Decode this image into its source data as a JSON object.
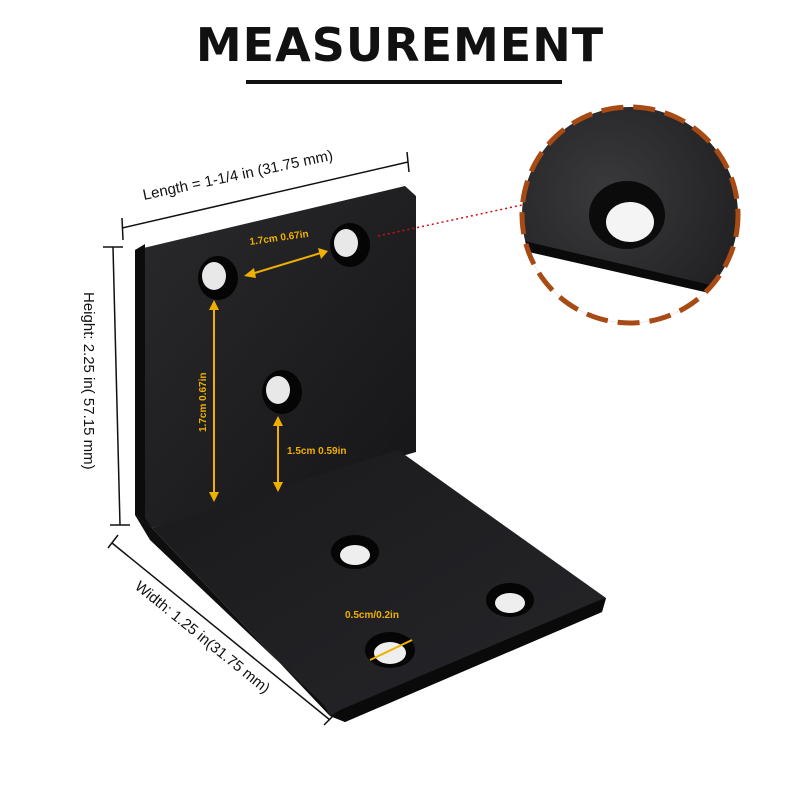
{
  "title": "MEASUREMENT",
  "dimensions": {
    "length": "Length = 1-1/4 in (31.75 mm)",
    "height": "Height: 2.25 in( 57.15 mm)",
    "width": "Width: 1.25 in(31.75 mm)"
  },
  "hole_labels": {
    "hole_spacing_horizontal": "1.7cm 0.67in",
    "hole_spacing_vertical": "1.7cm 0.67in",
    "hole_to_bend": "1.5cm 0.59in",
    "hole_diameter": "0.5cm/0.2in"
  },
  "colors": {
    "accent_yellow": "#f0b000",
    "dash_orange": "#a84a14",
    "bracket": "#1c1c1e",
    "pointer_red": "#d01010"
  }
}
